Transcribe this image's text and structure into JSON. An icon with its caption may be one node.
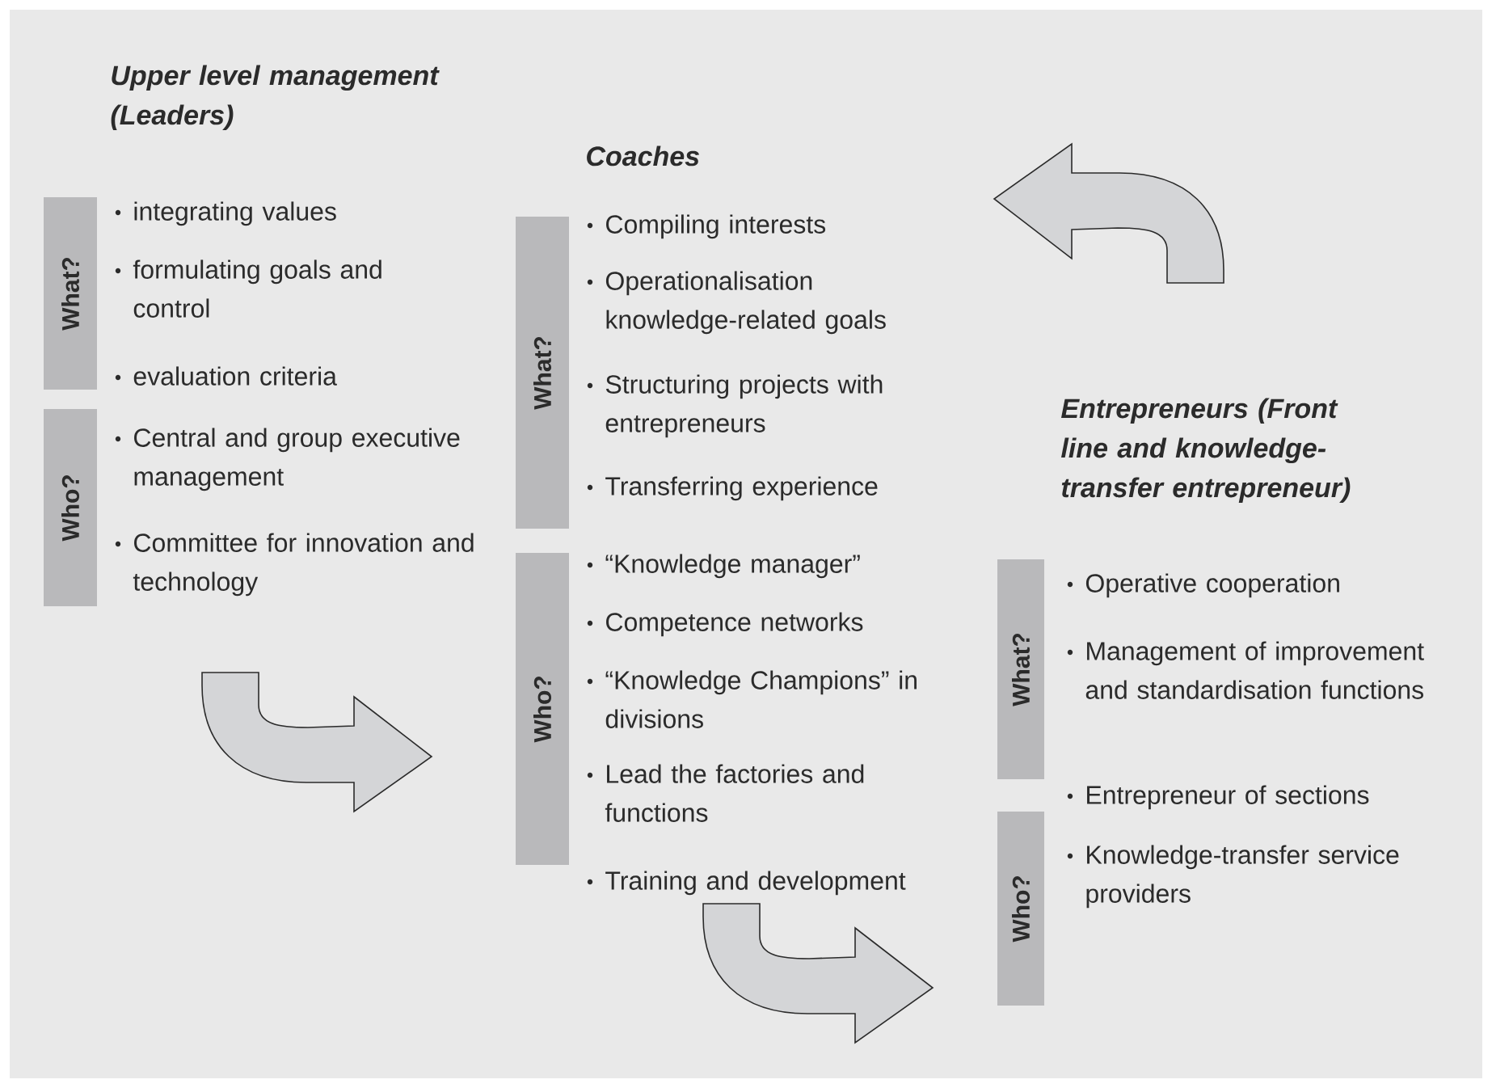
{
  "diagram": {
    "nodes": [
      {
        "text": [
          "Upper level management (Leaders)"
        ]
      },
      {
        "text": [
          "What?"
        ],
        "beside": [
          "integrating values",
          "formulating goals and control",
          "evaluation criteria"
        ]
      },
      {
        "text": [
          "Who?"
        ],
        "beside": [
          "Central and group executive management",
          "Committee for innovation and technology"
        ]
      },
      {
        "text": [
          "Coaches"
        ]
      },
      {
        "text": [
          "What?"
        ],
        "beside": [
          "Compiling interests",
          "Operationalisation knowledge-related goals",
          "Structuring projects with entrepreneurs",
          "Transferring experience"
        ]
      },
      {
        "text": [
          "Who?"
        ],
        "beside": [
          "“Knowledge manager”",
          "Competence networks",
          "“Knowledge Champions” in divisions",
          "Lead the factories and functions",
          "Training and development"
        ]
      },
      {
        "text": [
          "Entrepreneurs (Front line and knowledge-transfer entrepreneur)"
        ]
      },
      {
        "text": [
          "What?"
        ],
        "beside": [
          "Operative cooperation",
          "Management of improvement and standardisation functions"
        ]
      },
      {
        "text": [
          "Who?"
        ],
        "beside": [
          "Entrepreneur of sections",
          "Knowledge-transfer service providers"
        ]
      }
    ],
    "edges": [
      {
        "from": 2,
        "to": 5,
        "arrow": "to"
      },
      {
        "from": 5,
        "to": 8,
        "arrow": "to"
      }
    ]
  }
}
